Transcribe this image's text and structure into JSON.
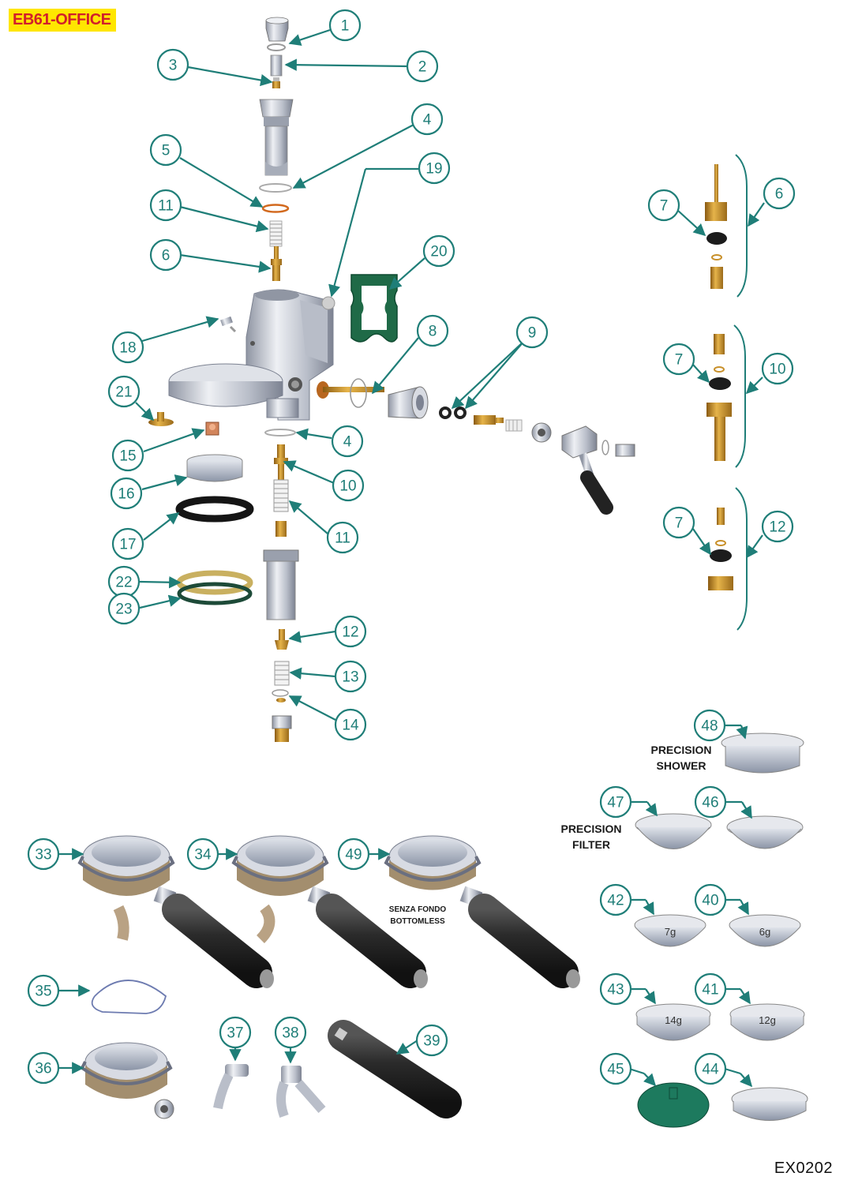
{
  "header": {
    "model": "EB61-OFFICE"
  },
  "footer": {
    "code": "EX0202"
  },
  "captions": {
    "precision_shower": [
      "PRECISION",
      "SHOWER"
    ],
    "precision_filter": [
      "PRECISION",
      "FILTER"
    ],
    "bottomless": [
      "SENZA FONDO",
      "BOTTOMLESS"
    ]
  },
  "basket_labels": {
    "b42": "7g",
    "b40": "6g",
    "b43": "14g",
    "b41": "12g"
  },
  "callouts": {
    "c1": "1",
    "c2": "2",
    "c3": "3",
    "c4a": "4",
    "c19": "19",
    "c5": "5",
    "c11a": "11",
    "c6": "6",
    "c20": "20",
    "c8": "8",
    "c9": "9",
    "c18": "18",
    "c21": "21",
    "c4b": "4",
    "c15": "15",
    "c10": "10",
    "c16": "16",
    "c11b": "11",
    "c17": "17",
    "c22": "22",
    "c23": "23",
    "c12": "12",
    "c13": "13",
    "c14": "14",
    "r7a": "7",
    "r6": "6",
    "r7b": "7",
    "r10": "10",
    "r7c": "7",
    "r12": "12",
    "c48": "48",
    "c47": "47",
    "c46": "46",
    "c33": "33",
    "c34": "34",
    "c49": "49",
    "c42": "42",
    "c40": "40",
    "c35": "35",
    "c43": "43",
    "c41": "41",
    "c37": "37",
    "c38": "38",
    "c39": "39",
    "c36": "36",
    "c45": "45",
    "c44": "44"
  },
  "colors": {
    "callout": "#1f7e78",
    "badge_bg": "#ffe600",
    "badge_text": "#d11f2a",
    "brass": "#c8902a",
    "chrome": "#c4c8d2",
    "handle": "#2b2b2b",
    "gasket_green": "#1f6a47"
  }
}
